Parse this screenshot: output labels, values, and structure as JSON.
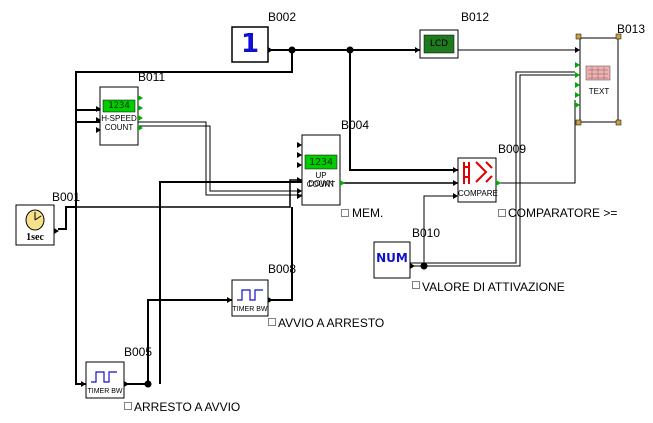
{
  "blocks": {
    "b001": {
      "id": "B001",
      "caption": "1sec"
    },
    "b002": {
      "id": "B002",
      "value": "1"
    },
    "b004": {
      "id": "B004",
      "display": "1234",
      "caption_line1": "UP DOWN",
      "caption_line2": "COUNT",
      "comment": "MEM."
    },
    "b005": {
      "id": "B005",
      "caption": "TIMER BW",
      "comment": "ARRESTO A  AVVIO"
    },
    "b008": {
      "id": "B008",
      "caption": "TIMER BW",
      "comment": "AVVIO A  ARRESTO"
    },
    "b009": {
      "id": "B009",
      "caption": "COMPARE",
      "comment": "COMPARATORE >="
    },
    "b010": {
      "id": "B010",
      "value": "NUM",
      "comment": "VALORE DI ATTIVAZIONE"
    },
    "b011": {
      "id": "B011",
      "display": "1234",
      "caption_line1": "H-SPEED",
      "caption_line2": "COUNT"
    },
    "b012": {
      "id": "B012",
      "value": "LCD"
    },
    "b013": {
      "id": "B013",
      "caption": "TEXT"
    }
  },
  "colors": {
    "wire": "#000000",
    "green_display": "#00cc00",
    "lcd_green": "#1f7a1f",
    "num_blue": "#1010d0",
    "compare_red": "#e00000",
    "select_handle": "#c8a040"
  }
}
